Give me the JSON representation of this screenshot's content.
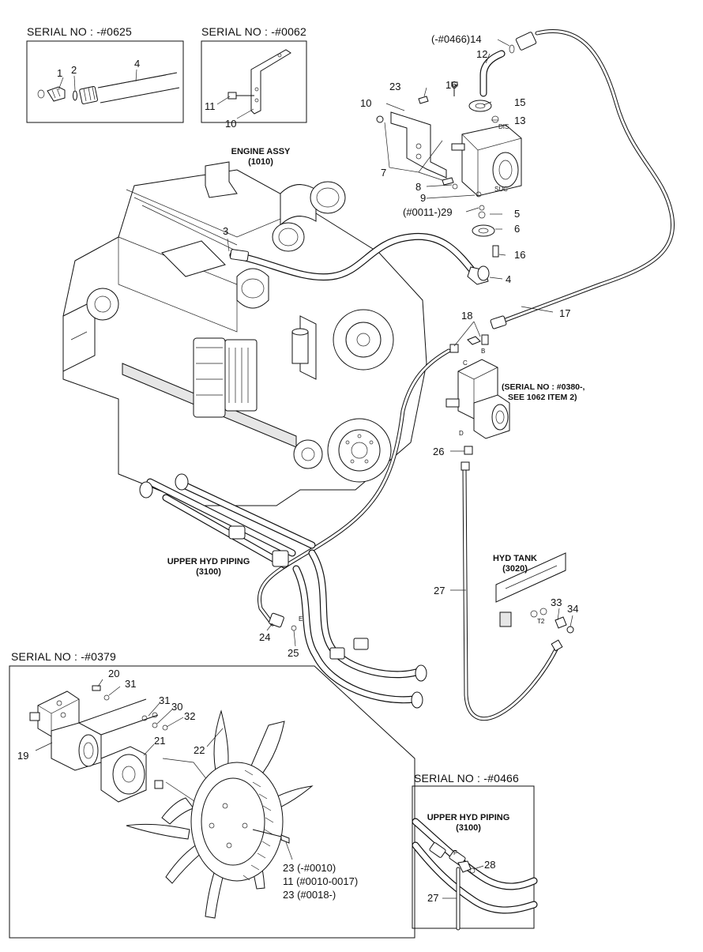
{
  "headers": {
    "serial_0625": "SERIAL NO : -#0625",
    "serial_0062": "SERIAL NO : -#0062",
    "serial_0379": "SERIAL NO : -#0379",
    "serial_0466": "SERIAL NO : -#0466"
  },
  "captions": {
    "engine_assy": "ENGINE ASSY",
    "engine_assy_ref": "(1010)",
    "upper_hyd_piping": "UPPER HYD PIPING",
    "upper_hyd_piping_ref": "(3100)",
    "hyd_tank": "HYD TANK",
    "hyd_tank_ref": "(3020)",
    "serial_note_1": "(SERIAL NO : #0380-,",
    "serial_note_2": "SEE 1062 ITEM 2)",
    "inset_upper_hyd_piping": "UPPER HYD PIPING",
    "inset_upper_hyd_piping_ref": "(3100)"
  },
  "port_marks": {
    "dis": "DIS",
    "suc": "SUC",
    "b": "B",
    "c": "C",
    "d": "D",
    "e": "E",
    "f": "F",
    "t2": "T2"
  },
  "callouts": {
    "c1": "1",
    "c2": "2",
    "c4_top": "4",
    "c11_top": "11",
    "c10_top": "10",
    "c14": "(-#0466)14",
    "c12": "12",
    "c23": "23",
    "c16_top": "16",
    "c10": "10",
    "c15": "15",
    "c13": "13",
    "c7": "7",
    "c8": "8",
    "c9": "9",
    "c29": "(#0011-)29",
    "c5": "5",
    "c6": "6",
    "c16_bot": "16",
    "c4_pump": "4",
    "c3": "3",
    "c17": "17",
    "c18": "18",
    "c26": "26",
    "c27": "27",
    "c33": "33",
    "c34": "34",
    "c24": "24",
    "c25": "25",
    "c20": "20",
    "c31_a": "31",
    "c31_b": "31",
    "c30": "30",
    "c32": "32",
    "c21": "21",
    "c19": "19",
    "c22": "22",
    "c23_0010": "23 (-#0010)",
    "c11_range": "11 (#0010-0017)",
    "c23_0018": "23 (#0018-)",
    "c28": "28",
    "c27_inset": "27"
  }
}
